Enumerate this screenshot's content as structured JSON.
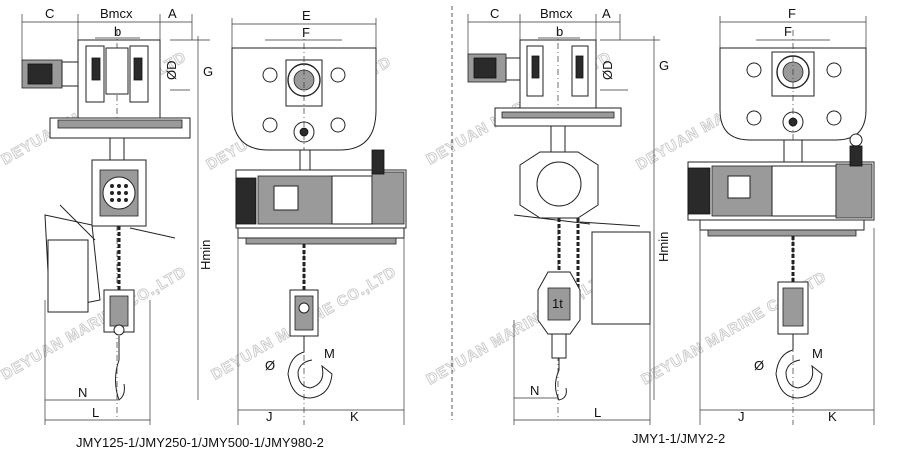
{
  "captions": {
    "left": "JMY125-1/JMY250-1/JMY500-1/JMY980-2",
    "right": "JMY1-1/JMY2-2"
  },
  "labels": {
    "C": "C",
    "Bmcx": "Bmcx",
    "A": "A",
    "b": "b",
    "D": "ØD",
    "G": "G",
    "E": "E",
    "F": "F",
    "Hmin": "Hmin",
    "N": "N",
    "L": "L",
    "J": "J",
    "K": "K",
    "phi": "Ø",
    "M": "M",
    "hook_plate": "1t"
  },
  "watermark": "DEYUAN MARINE CO.,LTD"
}
